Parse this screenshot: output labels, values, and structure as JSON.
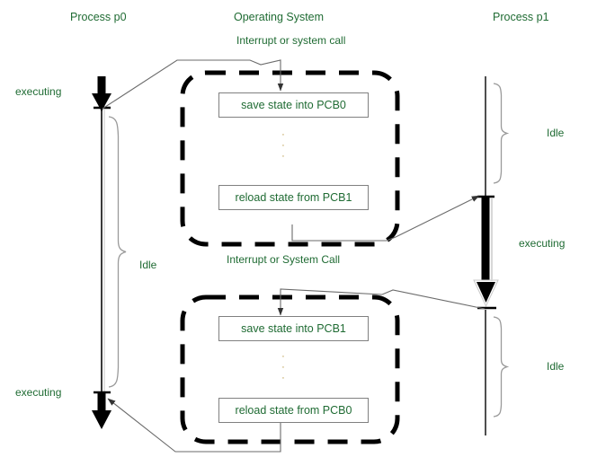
{
  "diagram": {
    "title_row": {
      "process_p0": "Process p0",
      "operating_system": "Operating System",
      "process_p1": "Process p1"
    },
    "interrupt_labels": {
      "top": "Interrupt or system call",
      "bottom": "Interrupt or System Call"
    },
    "os_block_1": {
      "save_state": "save state into PCB0",
      "reload_state": "reload state from PCB1",
      "ellipsis": "·\n·\n·"
    },
    "os_block_2": {
      "save_state": "save state into PCB1",
      "reload_state": "reload state from PCB0",
      "ellipsis": "·\n·\n·"
    },
    "p0_labels": {
      "executing_top": "executing",
      "idle": "Idle",
      "executing_bottom": "executing"
    },
    "p1_labels": {
      "idle_top": "Idle",
      "executing": "executing",
      "idle_bottom": "Idle"
    },
    "colors": {
      "text_green": "#1f6b33",
      "line_gray": "#808080",
      "line_black": "#000000",
      "dots_gold": "#b08b2e",
      "background": "#ffffff"
    }
  }
}
